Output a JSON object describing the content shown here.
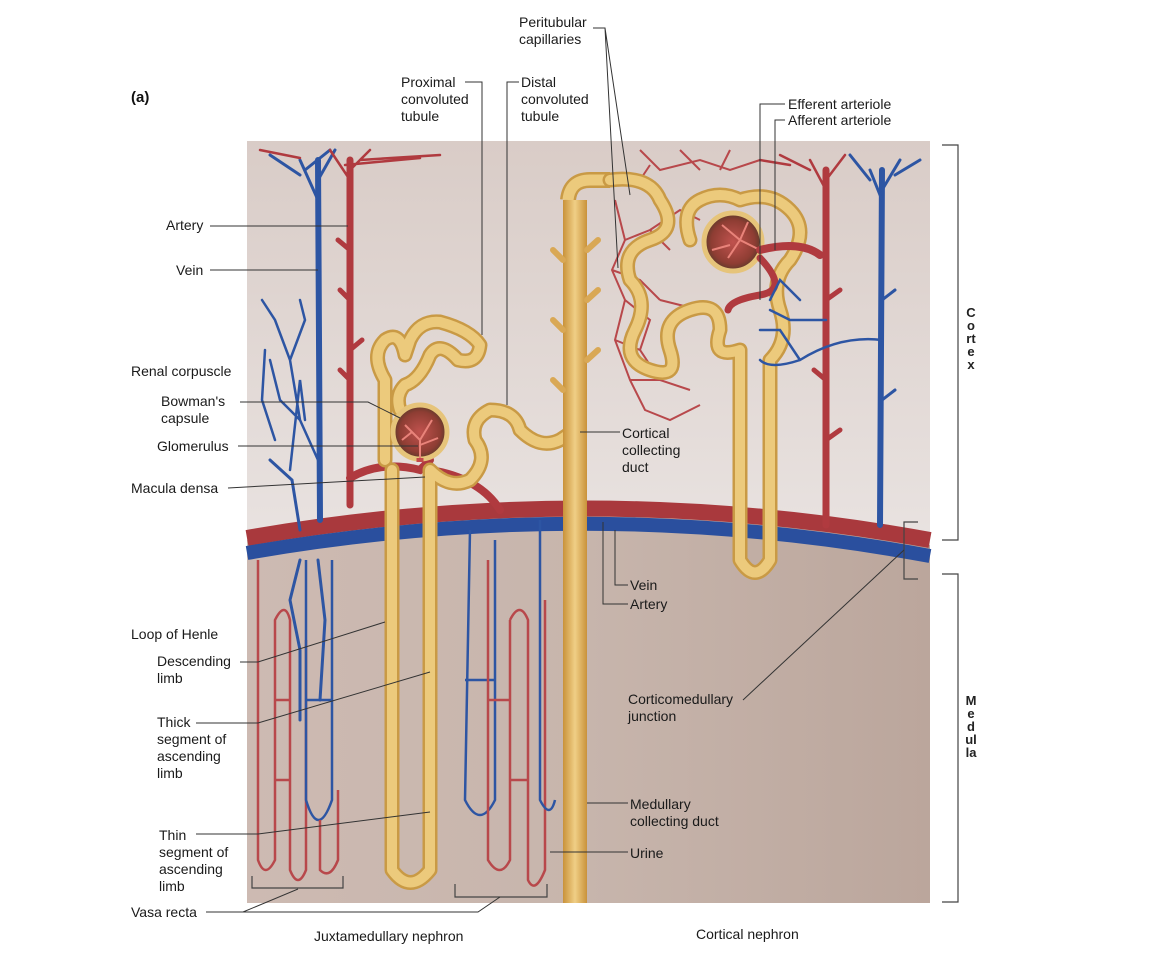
{
  "figure": {
    "panel_label": "(a)",
    "subject": "Nephron anatomy and blood supply",
    "colors": {
      "cortex_bg": "#e4dcd8",
      "medulla_bg": "#c9b6ad",
      "artery": "#b03a3f",
      "vein": "#2d55a3",
      "tubule": "#e9c77a",
      "tubule_shade": "#c99a45",
      "leader_line": "#333333"
    }
  },
  "labels": {
    "peritubular_capillaries": "Peritubular\ncapillaries",
    "proximal_convoluted_tubule": "Proximal\nconvoluted\ntubule",
    "distal_convoluted_tubule": "Distal\nconvoluted\ntubule",
    "efferent_arteriole": "Efferent arteriole",
    "afferent_arteriole": "Afferent arteriole",
    "artery": "Artery",
    "vein": "Vein",
    "renal_corpuscle": "Renal corpuscle",
    "bowmans_capsule": "Bowman's\ncapsule",
    "glomerulus": "Glomerulus",
    "macula_densa": "Macula densa",
    "cortical_collecting_duct": "Cortical\ncollecting\nduct",
    "arcuate_vein": "Vein",
    "arcuate_artery": "Artery",
    "loop_of_henle": "Loop of Henle",
    "descending_limb": "Descending\nlimb",
    "thick_segment": "Thick\nsegment of\nascending\nlimb",
    "thin_segment": "Thin\nsegment of\nascending\nlimb",
    "vasa_recta": "Vasa recta",
    "corticomedullary_junction": "Corticomedullary\njunction",
    "medullary_collecting_duct": "Medullary\ncollecting duct",
    "urine": "Urine"
  },
  "regions": {
    "cortex": "Cortex",
    "medulla": "Medulla"
  },
  "captions": {
    "juxtamedullary": "Juxtamedullary nephron",
    "cortical": "Cortical nephron"
  }
}
